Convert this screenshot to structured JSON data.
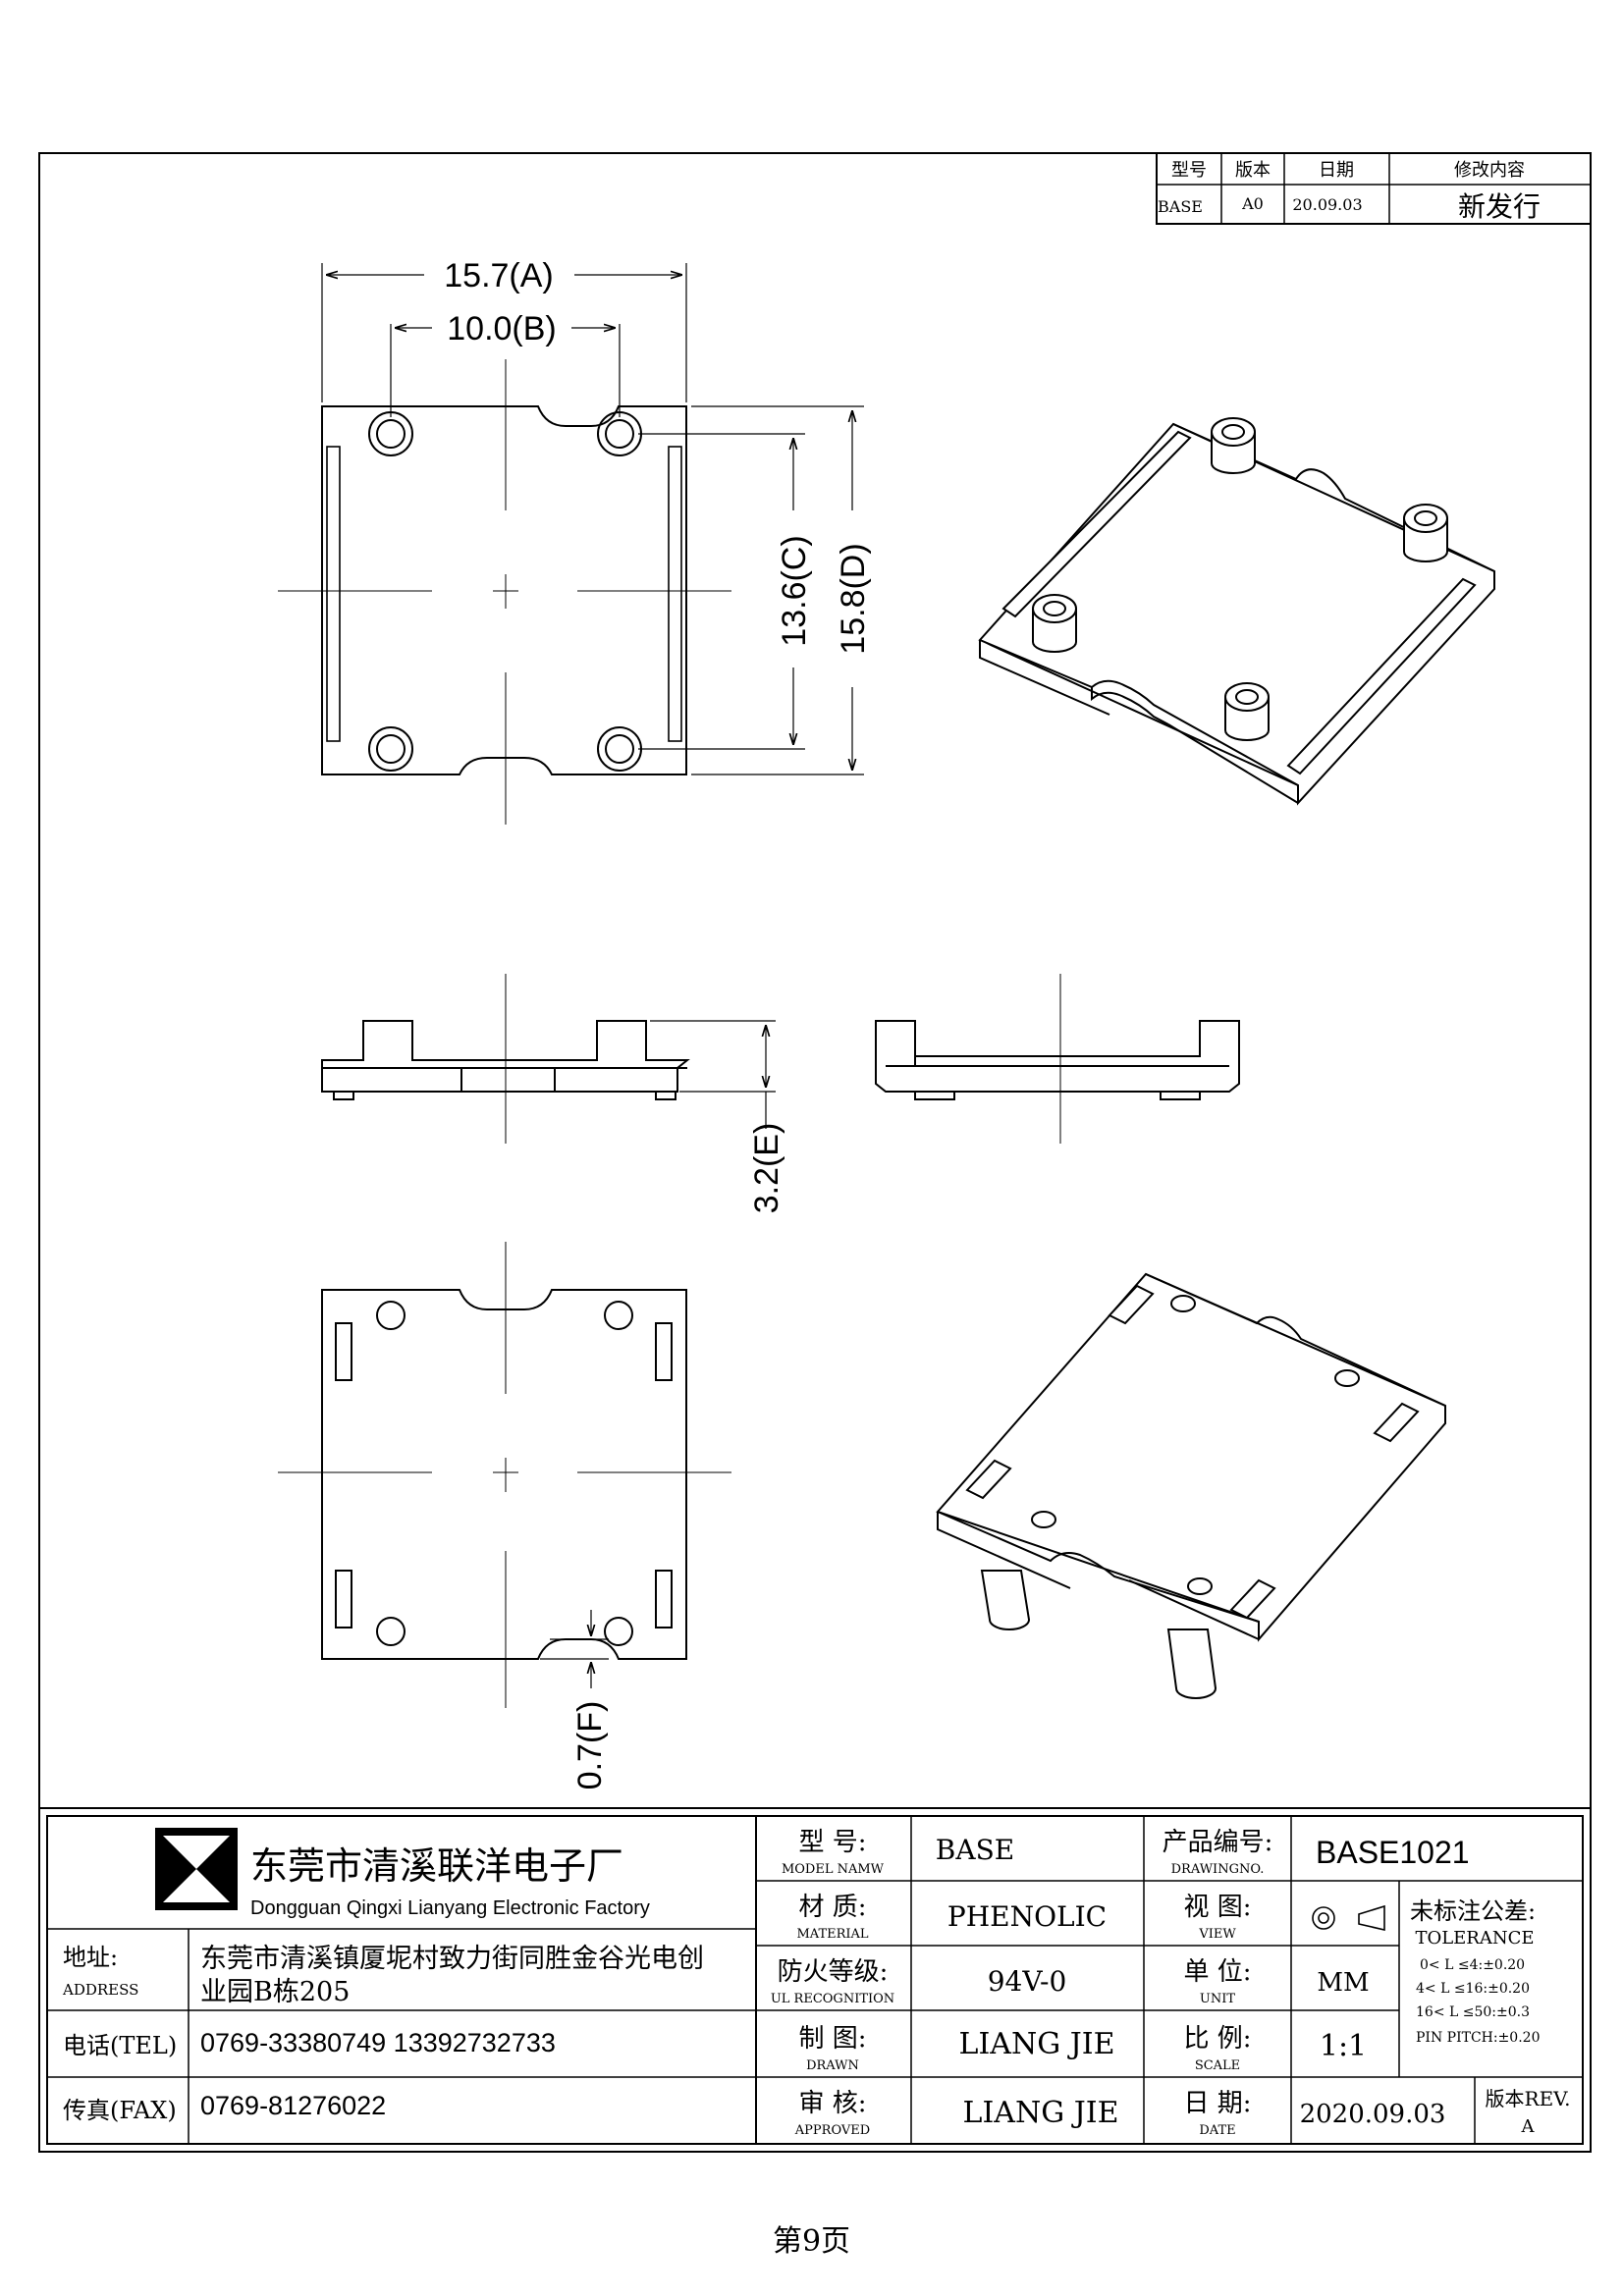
{
  "revision_table": {
    "headers": [
      "型号",
      "版本",
      "日期",
      "修改内容"
    ],
    "row": [
      "BASE",
      "A0",
      "20.09.03",
      "新发行"
    ]
  },
  "dimensions": {
    "a": "15.7(A)",
    "b": "10.0(B)",
    "c": "13.6(C)",
    "d": "15.8(D)",
    "e": "3.2(E)",
    "f": "0.7(F)"
  },
  "company": {
    "name_cn": "东莞市清溪联洋电子厂",
    "name_en": "Dongguan Qingxi Lianyang Electronic Factory",
    "address_label": "地址:",
    "address_label_en": "ADDRESS",
    "address_line1": "东莞市清溪镇厦坭村致力街同胜金谷光电创",
    "address_line2": "业园B栋205",
    "tel_label": "电话(TEL)",
    "tel_value": "0769-33380749    13392732733",
    "fax_label": "传真(FAX)",
    "fax_value": "0769-81276022"
  },
  "title_block": {
    "model_label": "型 号:",
    "model_label_en": "MODEL NAMW",
    "model_value": "BASE",
    "drawing_label": "产品编号:",
    "drawing_label_en": "DRAWINGNO.",
    "drawing_value": "BASE1021",
    "material_label": "材 质:",
    "material_label_en": "MATERIAL",
    "material_value": "PHENOLIC",
    "view_label": "视 图:",
    "view_label_en": "VIEW",
    "ul_label": "防火等级:",
    "ul_label_en": "UL RECOGNITION",
    "ul_value": "94V-0",
    "unit_label": "单 位:",
    "unit_label_en": "UNIT",
    "unit_value": "MM",
    "drawn_label": "制 图:",
    "drawn_label_en": "DRAWN",
    "drawn_value": "LIANG JIE",
    "scale_label": "比 例:",
    "scale_label_en": "SCALE",
    "scale_value": "1:1",
    "approved_label": "审 核:",
    "approved_label_en": "APPROVED",
    "approved_value": "LIANG JIE",
    "date_label": "日 期:",
    "date_label_en": "DATE",
    "date_value": "2020.09.03",
    "rev_label": "版本REV.",
    "rev_value": "A",
    "tolerance_title": "未标注公差:",
    "tolerance_title_en": "TOLERANCE",
    "tolerance_lines": [
      "0< L ≤4:±0.20",
      "4< L ≤16:±0.20",
      "16< L ≤50:±0.3",
      "PIN PITCH:±0.20"
    ]
  },
  "page_label": "第9页"
}
